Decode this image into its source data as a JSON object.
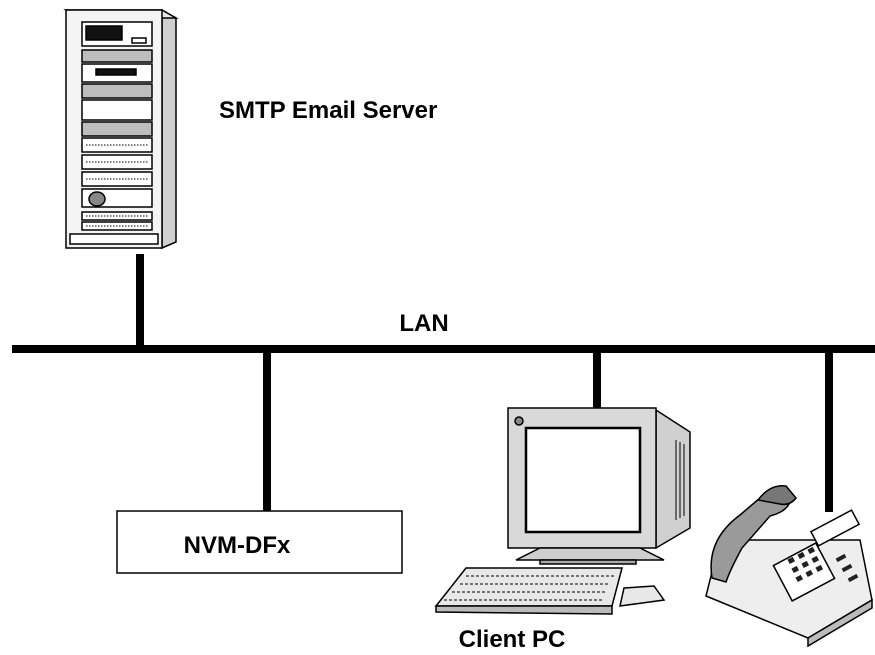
{
  "diagram": {
    "lan_label": "LAN",
    "nodes": {
      "server": {
        "label": "SMTP Email Server",
        "icon": "server-tower-icon"
      },
      "nvm": {
        "label": "NVM-DFx"
      },
      "client": {
        "label": "Client PC",
        "icon": "desktop-computer-icon"
      },
      "phone": {
        "icon": "desk-phone-icon"
      }
    },
    "colors": {
      "line": "#000000",
      "fill_light": "#f2f2f2",
      "fill_mid": "#c8c8c8",
      "fill_dark": "#808080"
    }
  }
}
